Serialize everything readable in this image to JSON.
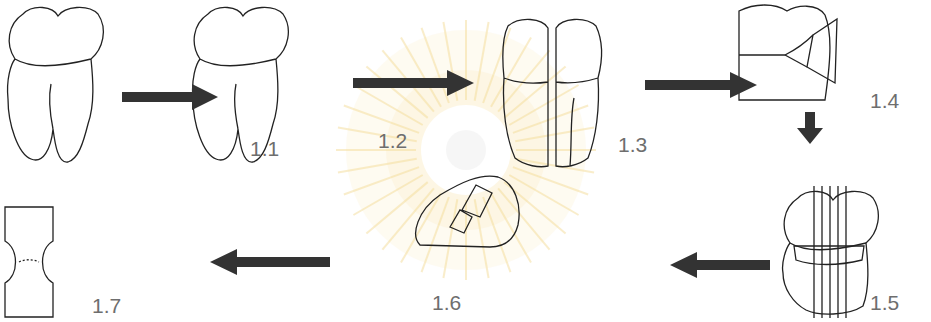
{
  "diagram": {
    "labels": [
      "1.1",
      "1.2",
      "1.3",
      "1.4",
      "1.5",
      "1.6",
      "1.7"
    ]
  }
}
